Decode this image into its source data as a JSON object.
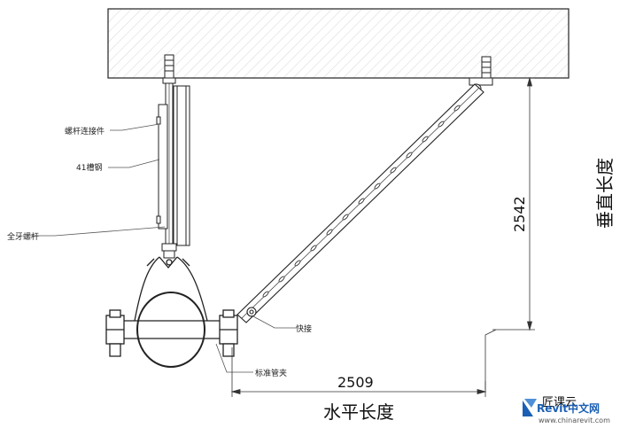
{
  "dimensions": {
    "vertical_value": "2542",
    "vertical_label": "垂直长度",
    "horizontal_value": "2509",
    "horizontal_label": "水平长度"
  },
  "labels": {
    "rod_connector": "螺杆连接件",
    "channel_41": "41槽钢",
    "threaded_rod": "全牙螺杆",
    "quick_connect": "快接",
    "pipe_clamp": "标准管夹"
  },
  "watermark": {
    "faint_text": "匠课云",
    "brand": "Revit中文网",
    "url": "www.chinarevit.com",
    "brand_color": "#1a5fb4"
  }
}
